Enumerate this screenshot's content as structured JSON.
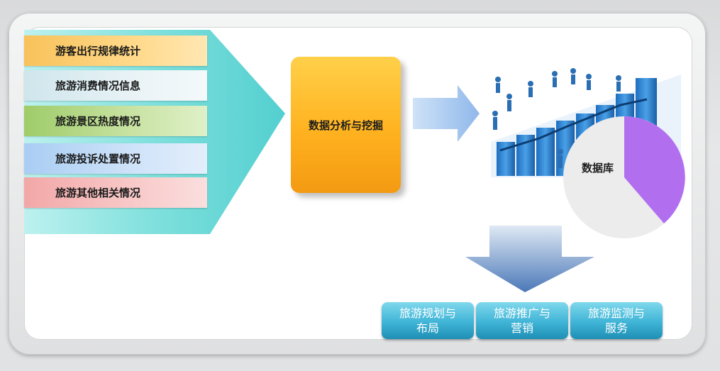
{
  "inputs": [
    {
      "label": "游客出行规律统计"
    },
    {
      "label": "旅游消费情况信息"
    },
    {
      "label": "旅游景区热度情况"
    },
    {
      "label": "旅游投诉处置情况"
    },
    {
      "label": "旅游其他相关情况"
    }
  ],
  "core": {
    "label": "数据分析与挖掘"
  },
  "database": {
    "label": "数据库"
  },
  "outputs": [
    {
      "line1": "旅游规划与",
      "line2": "布局"
    },
    {
      "line1": "旅游推广与",
      "line2": "营销"
    },
    {
      "line1": "旅游监测与",
      "line2": "服务"
    }
  ]
}
